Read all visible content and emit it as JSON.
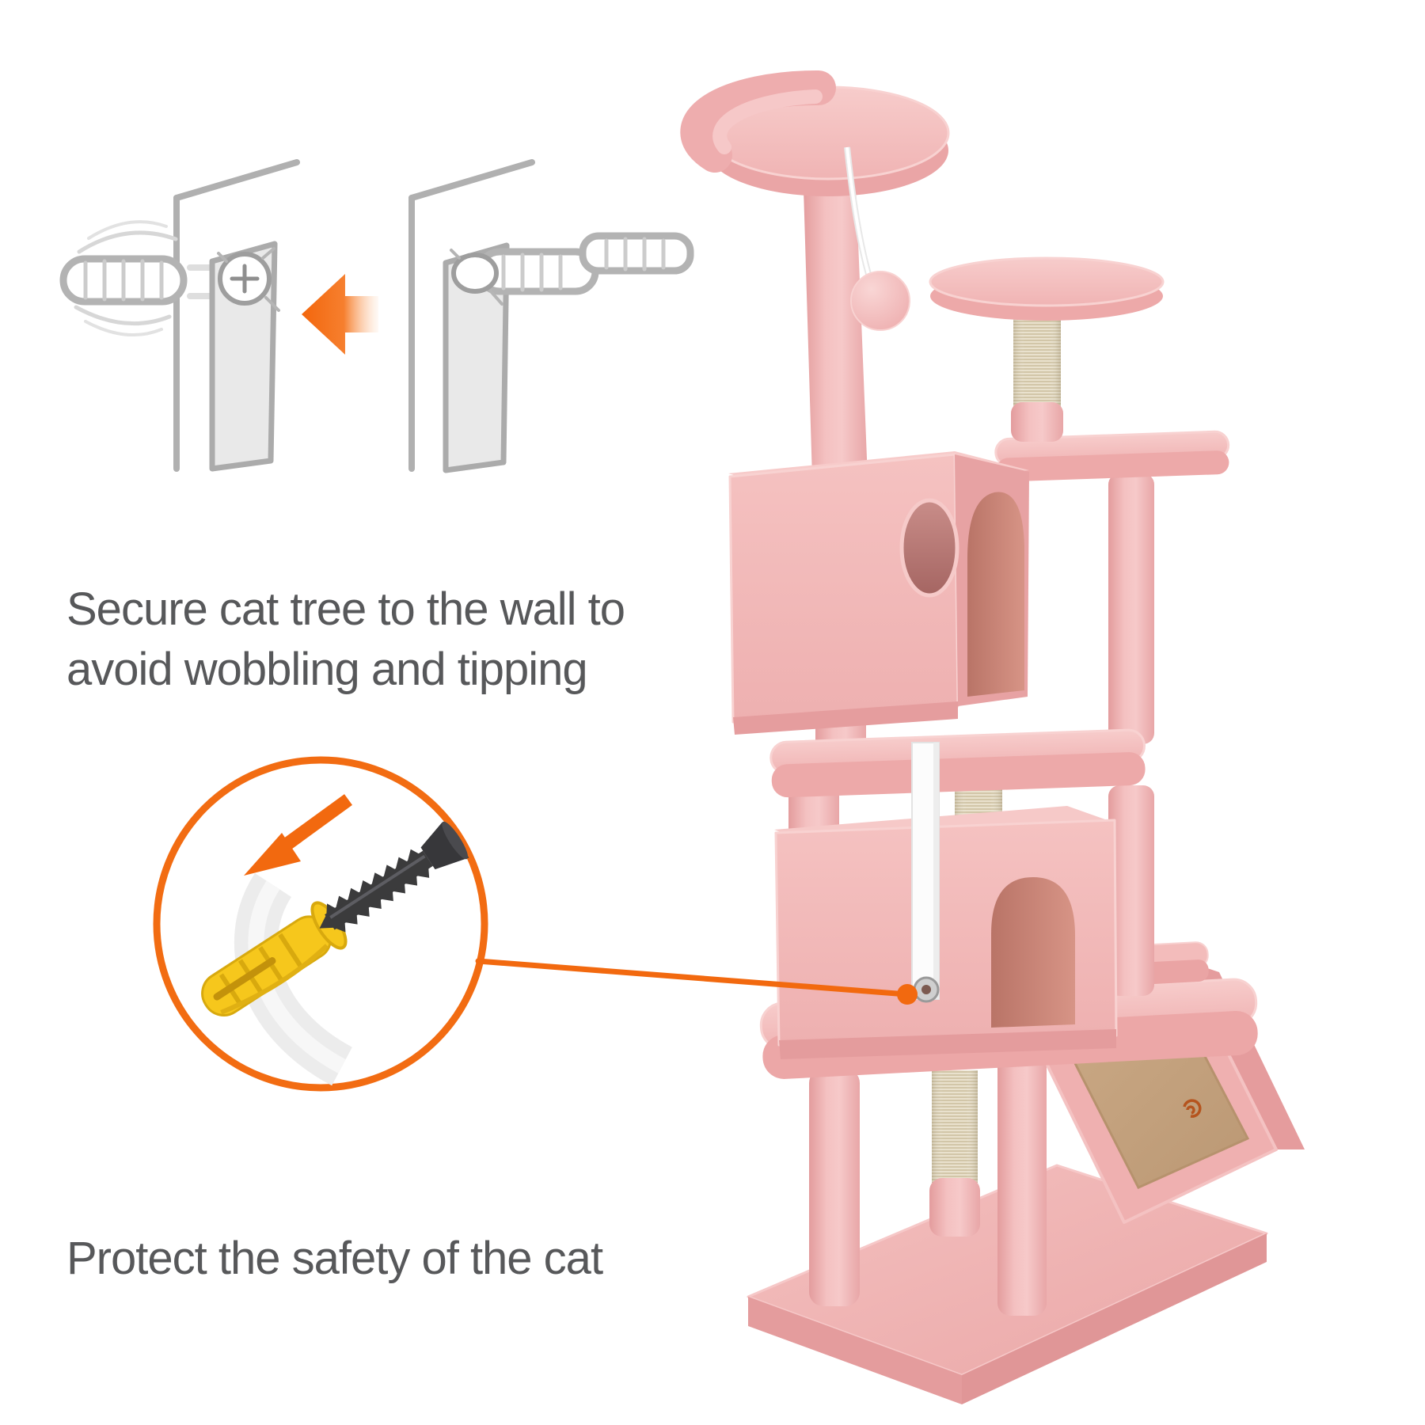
{
  "page": {
    "background": "#ffffff",
    "description": "Cat tree wall-mount safety infographic"
  },
  "captions": {
    "secure_line1": "Secure cat tree to the wall to",
    "secure_line2": "avoid wobbling and tipping",
    "protect": "Protect the safety of the cat"
  },
  "colors": {
    "accent_orange": "#F2690F",
    "plush_pink": "#F2B8B8",
    "plush_pink_dark": "#EAA7A8",
    "condo_hole_dark": "#A96A67",
    "sisal_beige": "#E9E1CD",
    "scratch_tan": "#C6A480",
    "anchor_yellow": "#F6C71C",
    "screw_black": "#3B3B3C",
    "diagram_line_gray": "#B3B3B3",
    "strap_white": "#FCFCFC",
    "text_gray": "#57585A"
  },
  "figures": {
    "left_diagram": "loose-screw-wobble-diagram",
    "right_diagram": "anchor-insert-diagram",
    "arrow": "left-arrow-icon",
    "callout": "hardware-callout-circle",
    "callout_items": [
      "drywall-screw-icon",
      "yellow-wall-plug-icon",
      "strap-ribbon"
    ],
    "product": "pink-cat-tree-illustration"
  }
}
